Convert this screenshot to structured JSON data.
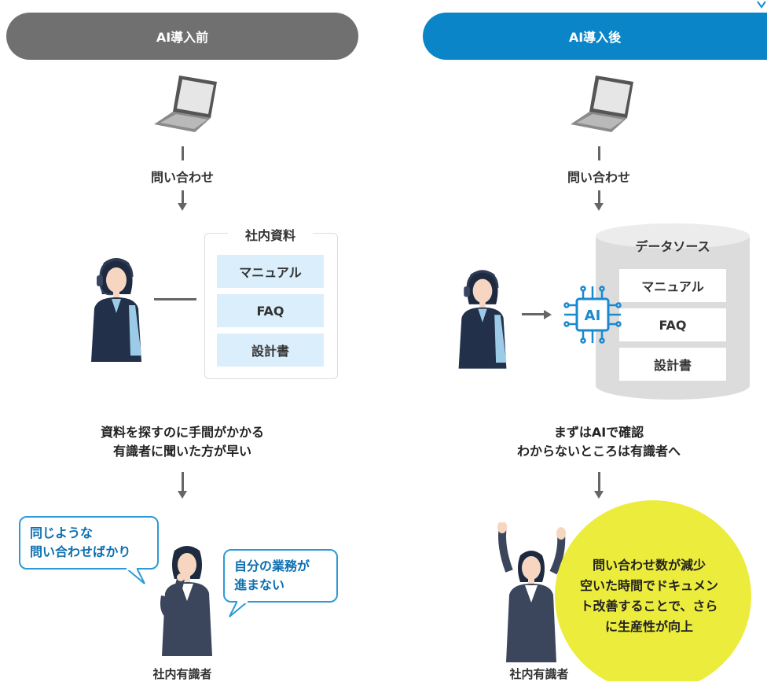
{
  "left": {
    "header": "AI導入前",
    "inquiry": "問い合わせ",
    "materials_title": "社内資料",
    "docs": [
      "マニュアル",
      "FAQ",
      "設計書"
    ],
    "caption": [
      "資料を探すのに手間がかかる",
      "有識者に聞いた方が早い"
    ],
    "bubble_left": [
      "同じような",
      "問い合わせばかり"
    ],
    "bubble_right": [
      "自分の業務が",
      "進まない"
    ],
    "person_label": "社内有識者"
  },
  "right": {
    "header": "AI導入後",
    "inquiry": "問い合わせ",
    "datasource_title": "データソース",
    "docs": [
      "マニュアル",
      "FAQ",
      "設計書"
    ],
    "ai_chip_label": "AI",
    "caption": [
      "まずはAIで確認",
      "わからないところは有識者へ"
    ],
    "result": [
      "問い合わせ数が減少",
      "空いた時間でドキュメン",
      "ト改善することで、さら",
      "に生産性が向上"
    ],
    "person_label": "社内有識者"
  },
  "colors": {
    "before_header": "#707070",
    "after_header": "#0a86c8",
    "doc_fill": "#dbeefb",
    "bubble_border": "#2c9ad6",
    "result_fill": "#ecec3c",
    "cylinder": "#dcdcdc"
  },
  "icons": [
    "laptop-icon",
    "operator-headset-person",
    "ai-chip-icon",
    "standing-woman",
    "cheering-woman"
  ]
}
